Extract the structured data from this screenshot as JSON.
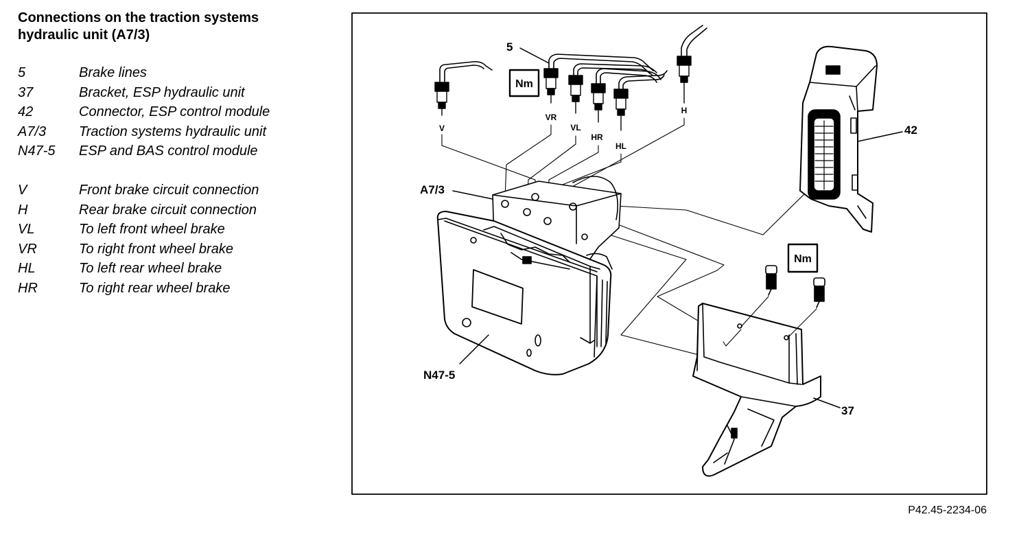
{
  "title": "Connections on the traction systems hydraulic unit (A7/3)",
  "legend_components": [
    {
      "code": "5",
      "text": "Brake lines"
    },
    {
      "code": "37",
      "text": "Bracket, ESP hydraulic unit"
    },
    {
      "code": "42",
      "text": "Connector, ESP control module"
    },
    {
      "code": "A7/3",
      "text": "Traction systems hydraulic unit"
    },
    {
      "code": "N47-5",
      "text": "ESP and BAS control module"
    }
  ],
  "legend_connections": [
    {
      "code": "V",
      "text": "Front brake circuit connection"
    },
    {
      "code": "H",
      "text": "Rear brake circuit connection"
    },
    {
      "code": "VL",
      "text": "To left front wheel brake"
    },
    {
      "code": "VR",
      "text": "To right front wheel brake"
    },
    {
      "code": "HL",
      "text": "To left rear wheel brake"
    },
    {
      "code": "HR",
      "text": "To right rear wheel brake"
    }
  ],
  "diagram": {
    "callouts": {
      "brake_lines": "5",
      "hydraulic_unit": "A7/3",
      "connector": "42",
      "control_module": "N47-5",
      "bracket": "37"
    },
    "line_tags": {
      "v": "V",
      "vr": "VR",
      "vl": "VL",
      "hr": "HR",
      "hl": "HL",
      "h": "H"
    },
    "torque_label": "Nm"
  },
  "figure_id": "P42.45-2234-06"
}
